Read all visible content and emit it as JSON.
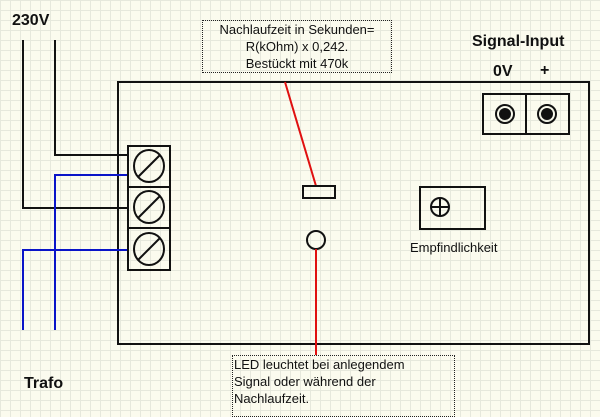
{
  "labels": {
    "voltage": "230V",
    "transformer": "Trafo",
    "signal_input": "Signal-Input",
    "zero_volt": "0V",
    "plus": "+",
    "sensitivity": "Empfindlichkeit"
  },
  "notes": {
    "delay": [
      "Nachlaufzeit in Sekunden=",
      "R(kOhm) x 0,242.",
      "Bestückt mit 470k"
    ],
    "led": [
      "LED leuchtet bei anlegendem",
      "Signal oder während der",
      "Nachlaufzeit."
    ]
  },
  "colors": {
    "wire_black": "#111111",
    "wire_blue": "#0a14c8",
    "wire_red": "#e01010"
  }
}
